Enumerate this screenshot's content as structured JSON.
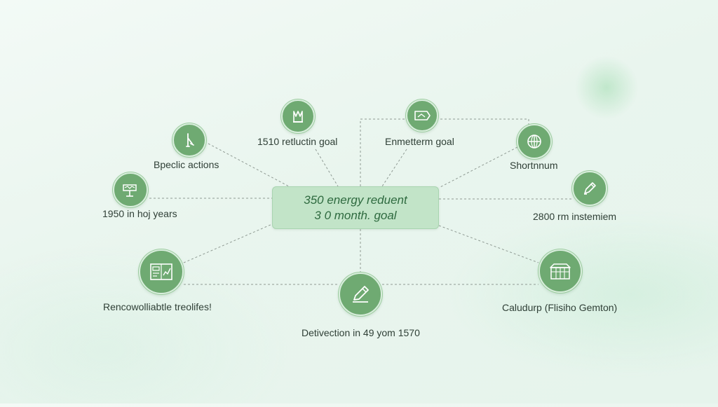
{
  "center": {
    "line1": "350 energy reduent",
    "line2": "3 0 month. goal"
  },
  "nodes": [
    {
      "id": "bpeclic",
      "label": "Bpeclic actions",
      "icon": "figure-icon"
    },
    {
      "id": "1510",
      "label": "1510 retluctin goal",
      "icon": "factory-icon"
    },
    {
      "id": "enmetterm",
      "label": "Enmetterm goal",
      "icon": "tag-icon"
    },
    {
      "id": "shortnnum",
      "label": "Shortnnum",
      "icon": "globe-icon"
    },
    {
      "id": "1950",
      "label": "1950 in hoj years",
      "icon": "signpost-icon"
    },
    {
      "id": "2800",
      "label": "2800 rm instemiem",
      "icon": "pencil-icon"
    },
    {
      "id": "renco",
      "label": "Rencowolliabtle treolifes!",
      "icon": "chart-board-icon"
    },
    {
      "id": "deliv",
      "label": "Detivection in 49 yom 1570",
      "icon": "pen-icon"
    },
    {
      "id": "calud",
      "label": "Caludurp (Flisiho Gemton)",
      "icon": "building-icon"
    }
  ],
  "colors": {
    "node_fill": "#6faa72",
    "center_fill": "#c2e4c8",
    "center_text": "#2e6a3f",
    "label_text": "#2f3f36",
    "connector": "#8f9a93"
  }
}
